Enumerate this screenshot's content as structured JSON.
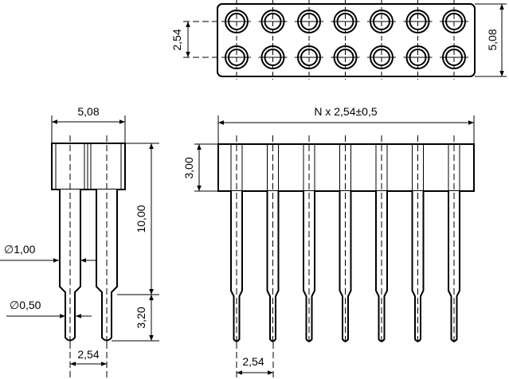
{
  "dimensions": {
    "top_row_pitch": "2,54",
    "top_width": "5,08",
    "front_length": "N x 2,54±0,5",
    "front_body_height": "3,00",
    "front_pitch": "2,54",
    "side_width": "5,08",
    "side_height": "10,00",
    "side_tip_length": "3,20",
    "pin_diameter": "∅1,00",
    "tip_diameter": "∅0,50",
    "side_pitch": "2,54"
  },
  "pin_count_per_row": 7
}
